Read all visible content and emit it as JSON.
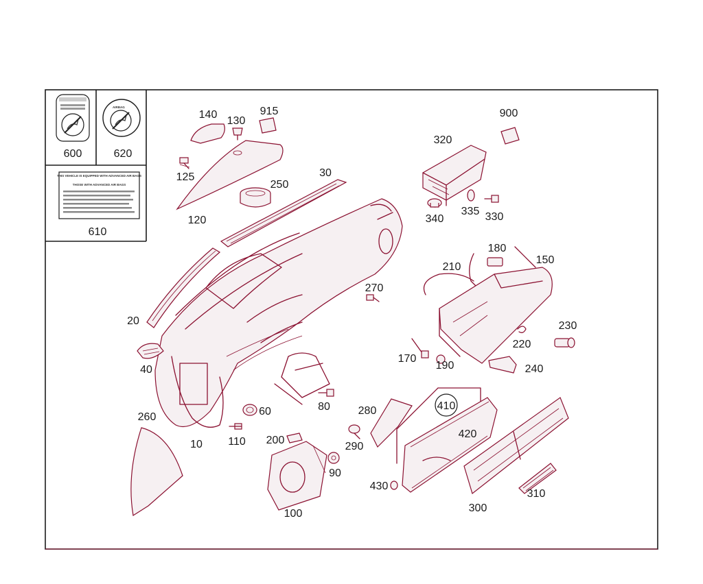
{
  "colors": {
    "outline": "#8a1030",
    "text": "#1a1a1a",
    "background": "#ffffff"
  },
  "labels_panel": {
    "warning_sticker_text": "THIS VEHICLE IS EQUIPPED WITH ADVANCED AIR BAGS",
    "warning_sticker_subtitle": "THOSE WITH ADVANCED AIR BAGS",
    "airbag_text": "AIRBAG"
  },
  "callouts": [
    {
      "id": "p600",
      "text": "600"
    },
    {
      "id": "p620",
      "text": "620"
    },
    {
      "id": "p610",
      "text": "610"
    },
    {
      "id": "p140",
      "text": "140"
    },
    {
      "id": "p130",
      "text": "130"
    },
    {
      "id": "p915",
      "text": "915"
    },
    {
      "id": "p125",
      "text": "125"
    },
    {
      "id": "p120",
      "text": "120"
    },
    {
      "id": "p250",
      "text": "250"
    },
    {
      "id": "p30",
      "text": "30"
    },
    {
      "id": "p20",
      "text": "20"
    },
    {
      "id": "p40",
      "text": "40"
    },
    {
      "id": "p260",
      "text": "260"
    },
    {
      "id": "p10",
      "text": "10"
    },
    {
      "id": "p110",
      "text": "110"
    },
    {
      "id": "p60",
      "text": "60"
    },
    {
      "id": "p80",
      "text": "80"
    },
    {
      "id": "p200",
      "text": "200"
    },
    {
      "id": "p90",
      "text": "90"
    },
    {
      "id": "p100",
      "text": "100"
    },
    {
      "id": "p270",
      "text": "270"
    },
    {
      "id": "p900",
      "text": "900"
    },
    {
      "id": "p320",
      "text": "320"
    },
    {
      "id": "p340",
      "text": "340"
    },
    {
      "id": "p335",
      "text": "335"
    },
    {
      "id": "p330",
      "text": "330"
    },
    {
      "id": "p180",
      "text": "180"
    },
    {
      "id": "p210",
      "text": "210"
    },
    {
      "id": "p150",
      "text": "150"
    },
    {
      "id": "p230",
      "text": "230"
    },
    {
      "id": "p220",
      "text": "220"
    },
    {
      "id": "p170",
      "text": "170"
    },
    {
      "id": "p190",
      "text": "190"
    },
    {
      "id": "p240",
      "text": "240"
    },
    {
      "id": "p410",
      "text": "410"
    },
    {
      "id": "p280",
      "text": "280"
    },
    {
      "id": "p420",
      "text": "420"
    },
    {
      "id": "p290",
      "text": "290"
    },
    {
      "id": "p430",
      "text": "430"
    },
    {
      "id": "p300",
      "text": "300"
    },
    {
      "id": "p310",
      "text": "310"
    }
  ]
}
